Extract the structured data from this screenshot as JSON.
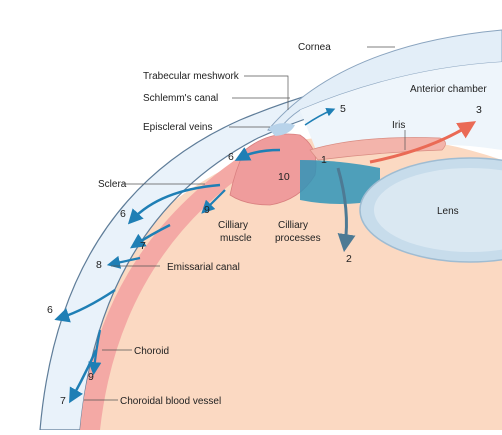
{
  "labels": {
    "cornea": "Cornea",
    "trabecular_meshwork": "Trabecular meshwork",
    "schlemms_canal": "Schlemm's canal",
    "episcleral_veins": "Episcleral veins",
    "sclera": "Sclera",
    "anterior_chamber": "Anterior chamber",
    "iris": "Iris",
    "lens": "Lens",
    "ciliary_muscle_1": "Cilliary",
    "ciliary_muscle_2": "muscle",
    "ciliary_processes_1": "Cilliary",
    "ciliary_processes_2": "processes",
    "emissarial_canal": "Emissarial canal",
    "choroid": "Choroid",
    "choroidal_blood_vessel": "Choroidal blood vessel"
  },
  "pathway_numbers": {
    "n1": "1",
    "n2": "2",
    "n3": "3",
    "n5": "5",
    "n6a": "6",
    "n6b": "6",
    "n6c": "6",
    "n7a": "7",
    "n7b": "7",
    "n8": "8",
    "n9a": "9",
    "n9b": "9",
    "n10": "10"
  },
  "colors": {
    "background": "#ffffff",
    "posterior_fill": "#fbd9c2",
    "sclera_fill": "#e9f2fa",
    "sclera_outline": "#5f7d99",
    "ciliary_pink": "#ef9c9c",
    "choroid_pink": "#f4a9a5",
    "cornea_fill": "#e3eef8",
    "lens_fill": "#c7dceb",
    "iris_fill": "#f3b4ab",
    "zonule_blue": "#2f94b8",
    "arrow_blue": "#1f7fb5",
    "arrow_red": "#ea6a55",
    "arrow_grey": "#4d7a94"
  }
}
